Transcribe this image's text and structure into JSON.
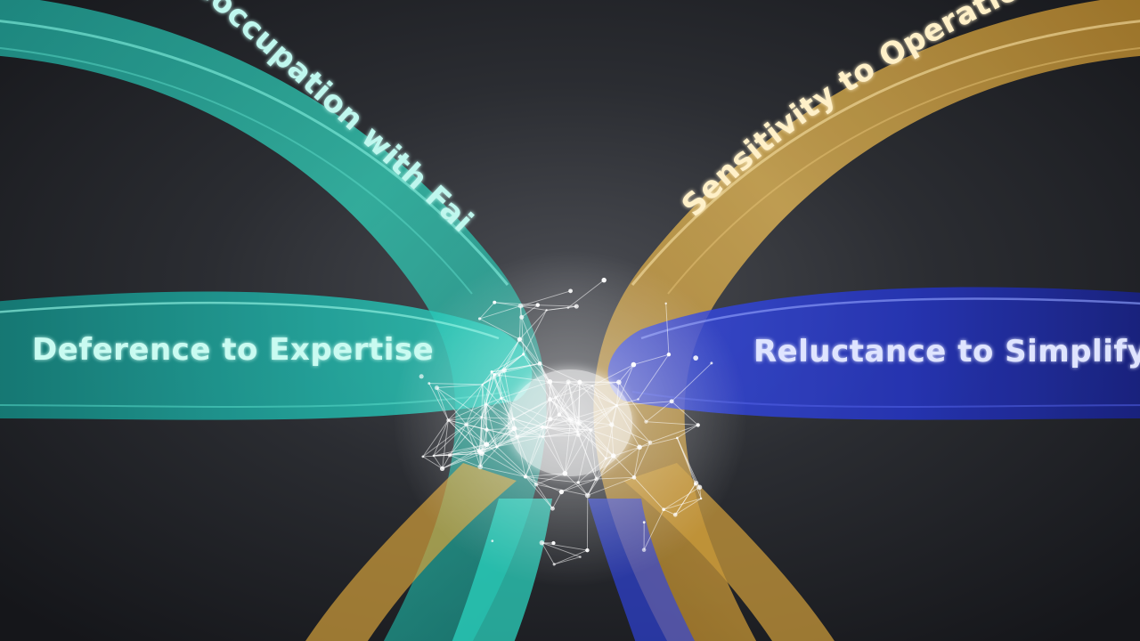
{
  "ribbons": [
    {
      "label": "Preoccupation with Failure",
      "color": "#25d4bf"
    },
    {
      "label": "Sensitivity to Operations",
      "color": "#e8b646"
    },
    {
      "label": "Deference to Expertise",
      "color": "#1fb7ad"
    },
    {
      "label": "Reluctance to Simplify",
      "color": "#2a3fd8"
    }
  ],
  "colors": {
    "background": "#1d1f23",
    "core_glow": "#ffffff"
  }
}
